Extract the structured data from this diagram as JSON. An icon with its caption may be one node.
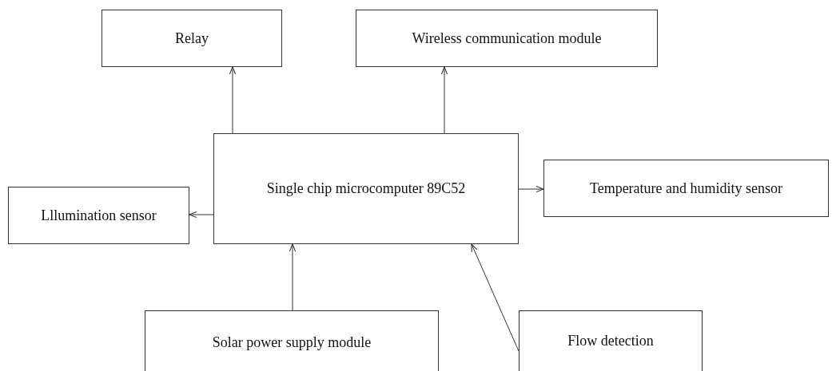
{
  "diagram": {
    "nodes": [
      {
        "text": [
          "Relay"
        ]
      },
      {
        "text": [
          "Wireless communication module"
        ]
      },
      {
        "text": [
          "Single chip microcomputer 89C52"
        ]
      },
      {
        "text": [
          "Lllumination sensor"
        ]
      },
      {
        "text": [
          "Temperature and humidity sensor"
        ]
      },
      {
        "text": [
          "Solar power supply module"
        ]
      },
      {
        "text": [
          "Flow detection"
        ]
      }
    ],
    "edges": [
      {
        "from": 2,
        "to": 0,
        "arrow": "to"
      },
      {
        "from": 2,
        "to": 1,
        "arrow": "to"
      },
      {
        "from": 2,
        "to": 4,
        "arrow": "to"
      },
      {
        "from": 2,
        "to": 3,
        "arrow": "to"
      },
      {
        "from": 5,
        "to": 2,
        "arrow": "to"
      },
      {
        "from": 6,
        "to": 2,
        "arrow": "to"
      }
    ]
  }
}
